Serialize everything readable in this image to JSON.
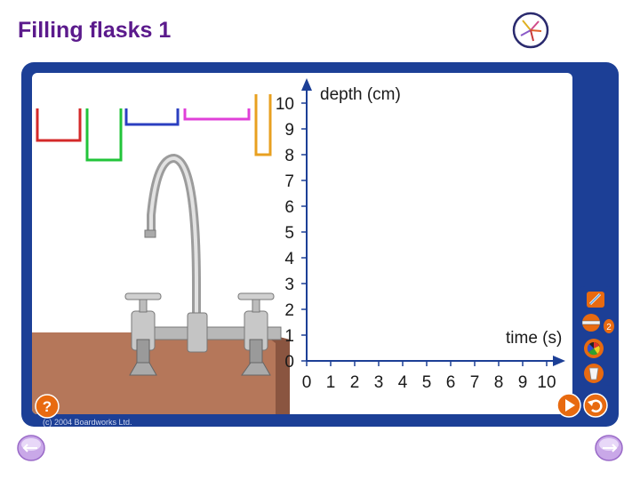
{
  "slide": {
    "title": "Filling flasks 1",
    "copyright": "(c) 2004 Boardworks Ltd."
  },
  "graph": {
    "y_label": "depth (cm)",
    "x_label": "time (s)",
    "y_ticks": [
      "0",
      "1",
      "2",
      "3",
      "4",
      "5",
      "6",
      "7",
      "8",
      "9",
      "10"
    ],
    "x_ticks": [
      "0",
      "1",
      "2",
      "3",
      "4",
      "5",
      "6",
      "7",
      "8",
      "9",
      "10"
    ]
  },
  "flasks": [
    {
      "name": "red-flask",
      "color": "#d42a2a"
    },
    {
      "name": "green-flask",
      "color": "#22c43a"
    },
    {
      "name": "blue-flask",
      "color": "#2b3fc0"
    },
    {
      "name": "magenta-flask",
      "color": "#e040d8"
    },
    {
      "name": "orange-flask",
      "color": "#e8a020"
    }
  ],
  "controls": {
    "help_label": "?",
    "side_tools": [
      "pen-tool-icon",
      "ruler-tool-icon",
      "color-wheel-icon",
      "eraser-icon"
    ],
    "side_badge": "2",
    "play_icon": "play-icon",
    "reset_icon": "reset-icon",
    "prev_icon": "previous-slide-icon",
    "next_icon": "next-slide-icon"
  },
  "colors": {
    "title": "#5b1a8c",
    "frame": "#1c3f96",
    "accent_orange": "#e86a10",
    "table": "#b5775a"
  }
}
